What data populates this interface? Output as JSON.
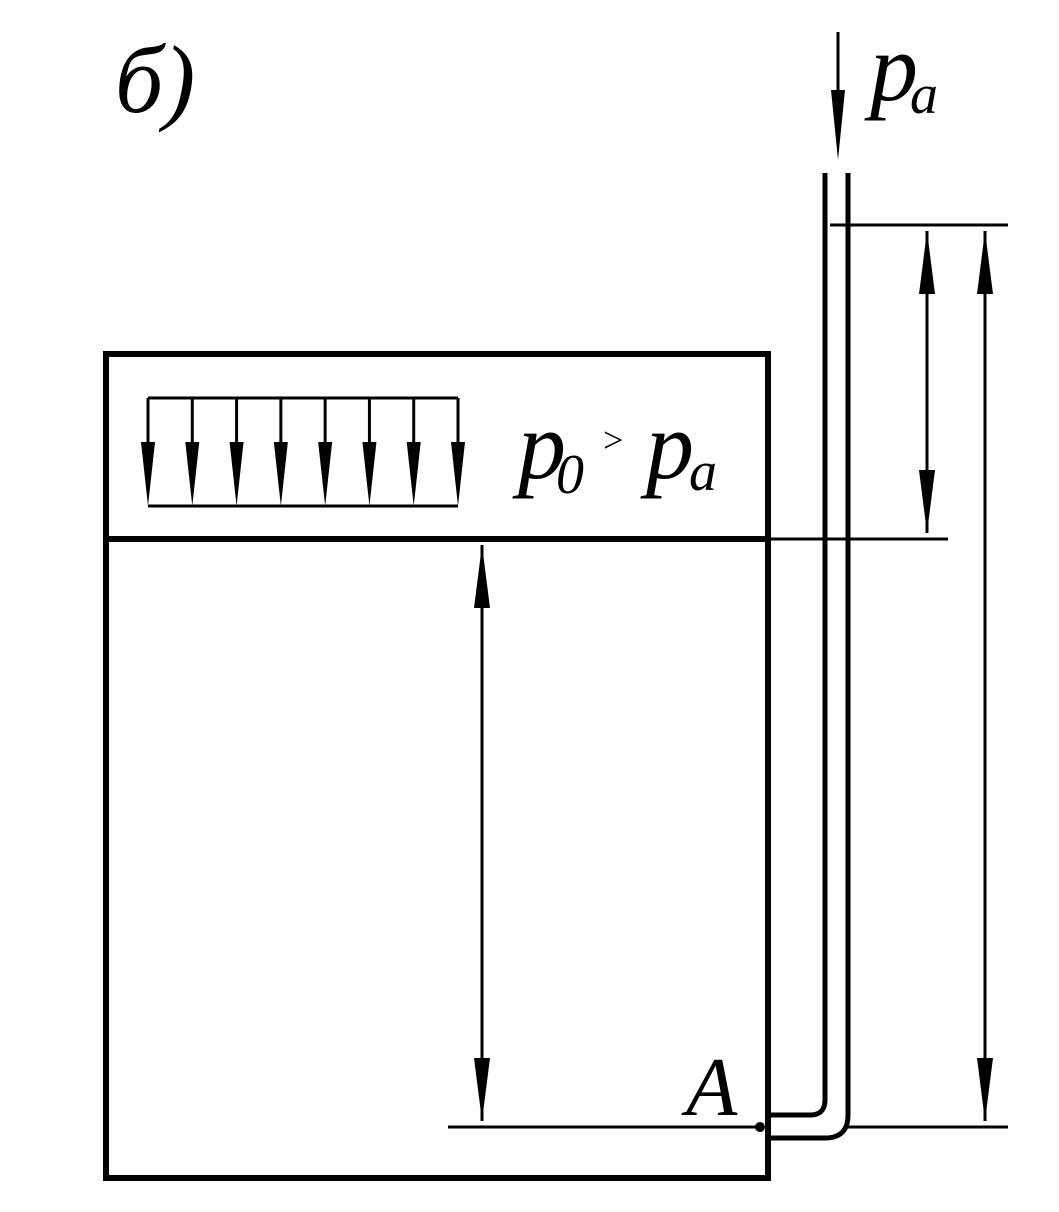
{
  "figure": {
    "label": "б)",
    "atmospheric_pressure": {
      "base": "p",
      "subscript": "a"
    },
    "surface_pressure": {
      "lhs_base": "p",
      "lhs_sub": "0",
      "operator": ">",
      "rhs_base": "p",
      "rhs_sub": "a"
    },
    "point": "A"
  },
  "colors": {
    "line": "#000000",
    "background": "#ffffff"
  }
}
